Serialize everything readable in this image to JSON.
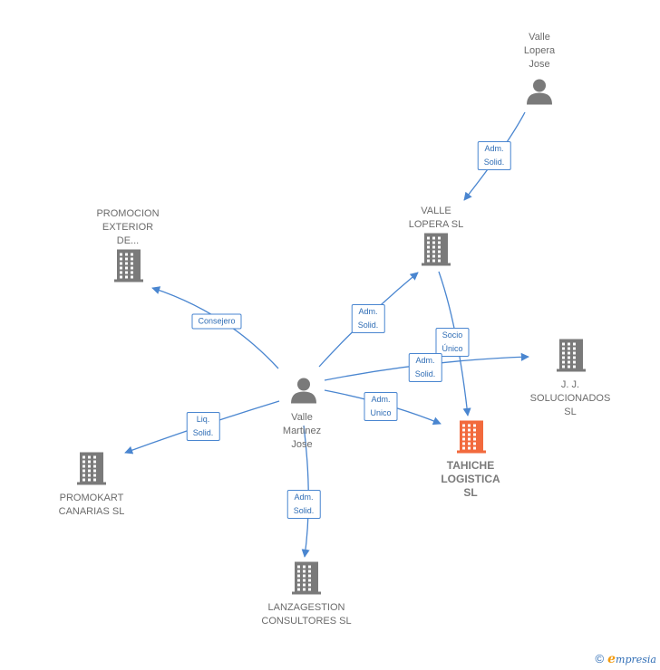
{
  "colors": {
    "edge": "#4a86d0",
    "node_icon": "#7a7a7a",
    "focus_icon": "#f26a3d",
    "label_text": "#6b6b6b",
    "rel_text": "#2f6db5"
  },
  "nodes": [
    {
      "id": "valle_lopera_jose",
      "type": "person",
      "label": "Valle\nLopera\nJose"
    },
    {
      "id": "valle_lopera_sl",
      "type": "company",
      "label": "VALLE\nLOPERA SL"
    },
    {
      "id": "promocion_exterior",
      "type": "company",
      "label": "PROMOCION\nEXTERIOR\nDE..."
    },
    {
      "id": "valle_martinez_jose",
      "type": "person",
      "label": "Valle\nMartinez\nJose"
    },
    {
      "id": "jj_solucionados",
      "type": "company",
      "label": "J. J.\nSOLUCIONADOS\nSL"
    },
    {
      "id": "tahiche_logistica",
      "type": "company",
      "focus": true,
      "label": "TAHICHE\nLOGISTICA\nSL"
    },
    {
      "id": "promokart_canarias",
      "type": "company",
      "label": "PROMOKART\nCANARIAS SL"
    },
    {
      "id": "lanzagestion",
      "type": "company",
      "label": "LANZAGESTION\nCONSULTORES SL"
    }
  ],
  "edges": [
    {
      "id": "e1",
      "from": "valle_lopera_jose",
      "to": "valle_lopera_sl",
      "label": "Adm.\nSolid."
    },
    {
      "id": "e2",
      "from": "valle_martinez_jose",
      "to": "valle_lopera_sl",
      "label": "Adm.\nSolid."
    },
    {
      "id": "e3",
      "from": "valle_lopera_sl",
      "to": "tahiche_logistica",
      "label": "Socio\nÚnico"
    },
    {
      "id": "e4",
      "from": "valle_martinez_jose",
      "to": "promocion_exterior",
      "label": "Consejero"
    },
    {
      "id": "e5",
      "from": "valle_martinez_jose",
      "to": "jj_solucionados",
      "label": "Adm.\nSolid."
    },
    {
      "id": "e6",
      "from": "valle_martinez_jose",
      "to": "tahiche_logistica",
      "label": "Adm.\nUnico"
    },
    {
      "id": "e7",
      "from": "valle_martinez_jose",
      "to": "promokart_canarias",
      "label": "Liq.\nSolid."
    },
    {
      "id": "e8",
      "from": "valle_martinez_jose",
      "to": "lanzagestion",
      "label": "Adm.\nSolid."
    }
  ],
  "footer": {
    "copyright": "©",
    "brand_initial": "e",
    "brand_rest": "mpresia"
  }
}
